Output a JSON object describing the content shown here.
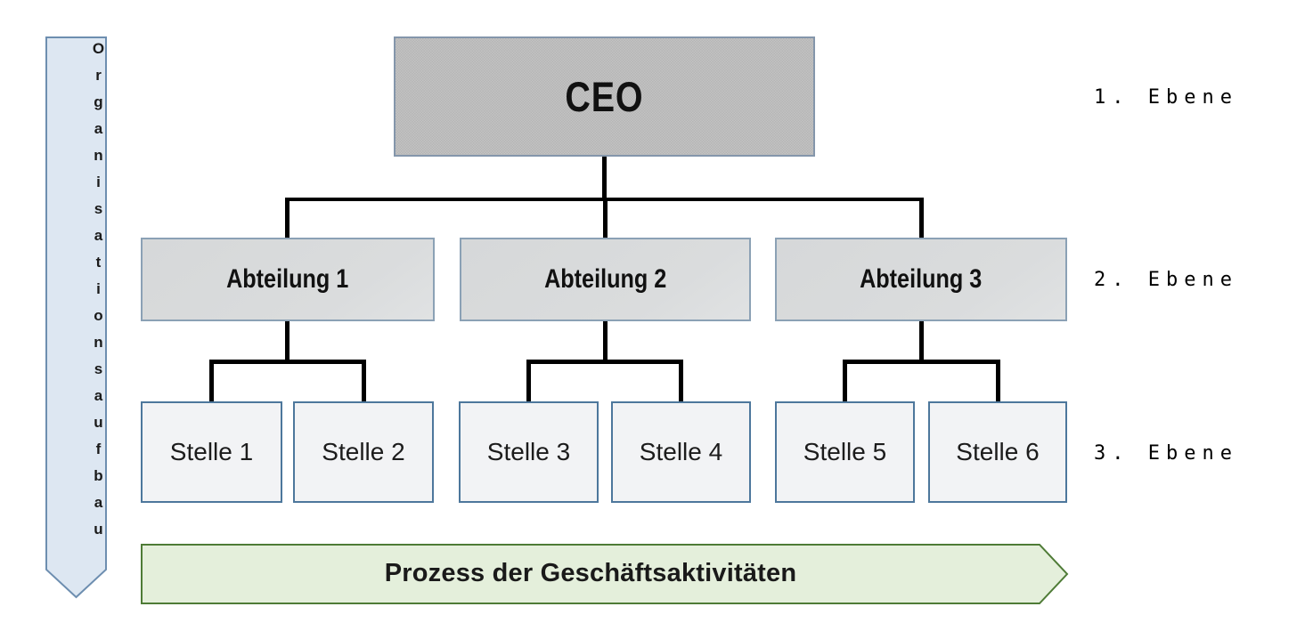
{
  "left_banner": {
    "label": "Organisationsaufbau"
  },
  "org_chart": {
    "root": {
      "label": "CEO"
    },
    "departments": [
      {
        "label": "Abteilung 1"
      },
      {
        "label": "Abteilung 2"
      },
      {
        "label": "Abteilung 3"
      }
    ],
    "positions": [
      {
        "label": "Stelle 1"
      },
      {
        "label": "Stelle 2"
      },
      {
        "label": "Stelle 3"
      },
      {
        "label": "Stelle 4"
      },
      {
        "label": "Stelle 5"
      },
      {
        "label": "Stelle 6"
      }
    ]
  },
  "levels": [
    "1. Ebene",
    "2. Ebene",
    "3. Ebene"
  ],
  "process_banner": {
    "label": "Prozess der Geschäftsaktivitäten"
  },
  "colors": {
    "ceo-fill": "#bcbcbc",
    "ceo-border": "#8496ab",
    "dept-fill": "#dadcdd",
    "dept-border": "#8ba1b5",
    "pos-fill": "#f2f3f5",
    "pos-border": "#4d779c",
    "arrow-fill": "#dde7f2",
    "arrow-border": "#6d8eb0",
    "banner-fill": "#e4efdb",
    "banner-border": "#4e7b36",
    "connector": "#000000"
  }
}
